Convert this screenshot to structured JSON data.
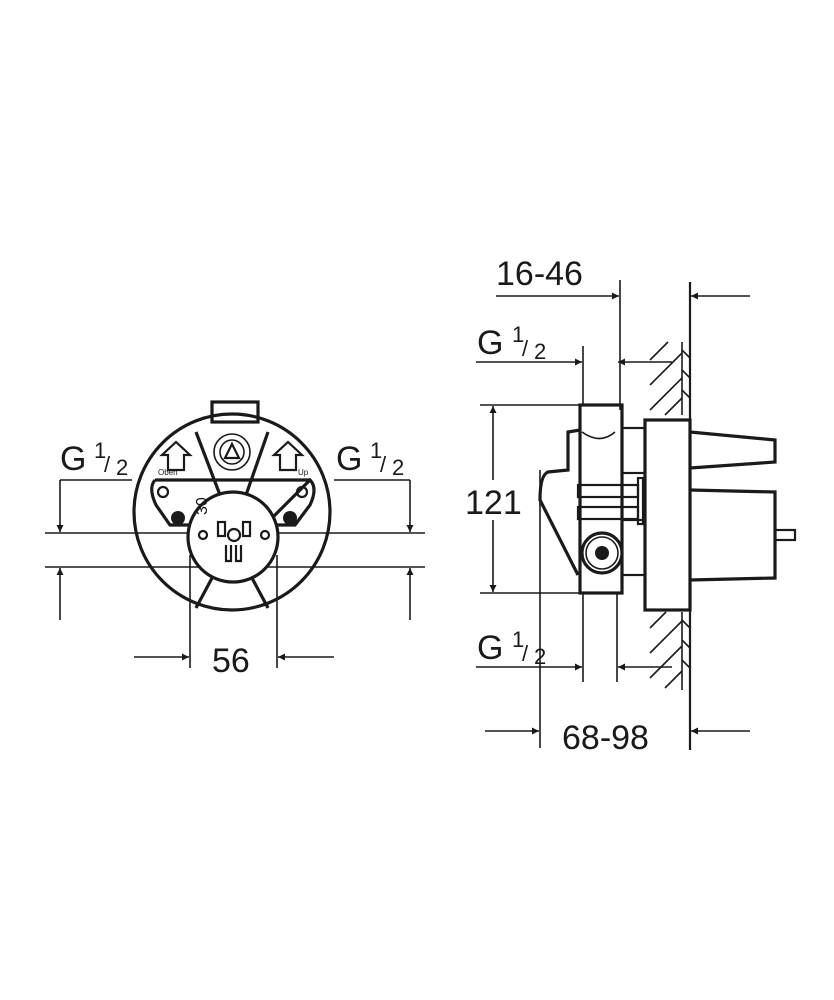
{
  "front_view": {
    "inlet_left": {
      "prefix": "G",
      "num": "1",
      "den": "2"
    },
    "inlet_right": {
      "prefix": "G",
      "num": "1",
      "den": "2"
    },
    "dim_width": "56",
    "dim_small": "30",
    "marking_left": "Oben",
    "marking_right": "Up"
  },
  "side_view": {
    "dim_depth_top": "16-46",
    "dim_height": "121",
    "dim_depth_bottom": "68-98",
    "inlet_top": {
      "prefix": "G",
      "num": "1",
      "den": "2"
    },
    "inlet_bottom": {
      "prefix": "G",
      "num": "1",
      "den": "2"
    }
  }
}
